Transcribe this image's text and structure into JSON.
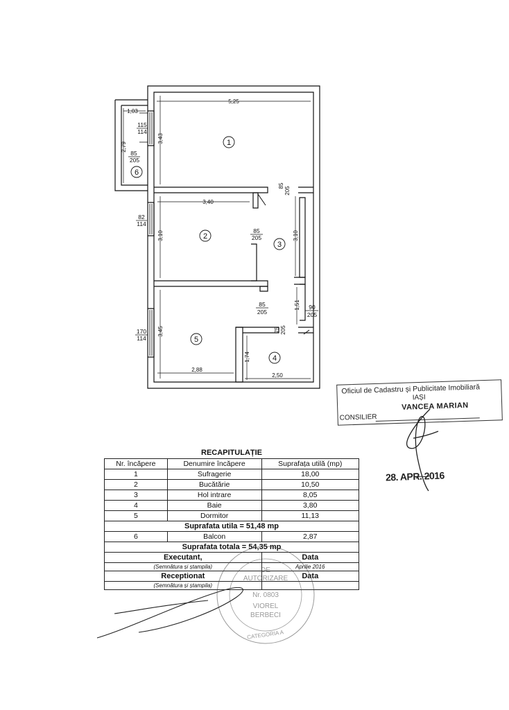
{
  "plan": {
    "dims": {
      "d525": "5,25",
      "d103": "1,03",
      "d279": "2,79",
      "d343": "3,43",
      "d340": "3,40",
      "d310a": "3,10",
      "d310b": "3,10",
      "d345": "3,45",
      "d288": "2,88",
      "d250": "2,50",
      "d151": "1,51",
      "d174": "1,74"
    },
    "openings": {
      "w115_top": "115",
      "w115_bot": "114",
      "d85a_top": "85",
      "d85a_bot": "205",
      "w82_top": "82",
      "w82_bot": "114",
      "d85b_top": "85",
      "d85b_bot": "205",
      "d85c_top": "85",
      "d85c_bot": "205",
      "d85v": "85",
      "d205v": "205",
      "w170_top": "170",
      "w170_bot": "114",
      "d75v": "75",
      "d205v2": "205",
      "d90_top": "90",
      "d90_bot": "205"
    },
    "rooms": [
      "1",
      "2",
      "3",
      "4",
      "5",
      "6"
    ]
  },
  "stamp": {
    "line1": "Oficiul de Cadastru și Publicitate Imobiliară",
    "line2": "IAȘI",
    "name": "VANCEA MARIAN",
    "role": "CONSILIER"
  },
  "date_stamp": "28. APR. 2016",
  "recap": {
    "title": "RECAPITULAȚIE",
    "headers": [
      "Nr. încăpere",
      "Denumire încăpere",
      "Suprafața utilă (mp)"
    ],
    "rows": [
      {
        "nr": "1",
        "name": "Sufragerie",
        "area": "18,00"
      },
      {
        "nr": "2",
        "name": "Bucătărie",
        "area": "10,50"
      },
      {
        "nr": "3",
        "name": "Hol intrare",
        "area": "8,05"
      },
      {
        "nr": "4",
        "name": "Baie",
        "area": "3,80"
      },
      {
        "nr": "5",
        "name": "Dormitor",
        "area": "11,13"
      }
    ],
    "util_label": "Suprafata utila = 51,48 mp",
    "balcony": {
      "nr": "6",
      "name": "Balcon",
      "area": "2,87"
    },
    "total_label": "Suprafata totala = 54,35 mp",
    "executant": "Executant,",
    "data1": "Data",
    "sign1": "(Semnătura și ștampila)",
    "date_value": "Aprilie 2016",
    "receptionat": "Receptionat",
    "data2": "Data",
    "sign2": "(Semnătura și ștampila)"
  },
  "seal": {
    "t1": "DE",
    "t2": "AUTORIZARE",
    "t3": "Nr. 0803",
    "t4": "VIOREL",
    "t5": "BERBECI",
    "t6": "CATEGORIA A"
  }
}
